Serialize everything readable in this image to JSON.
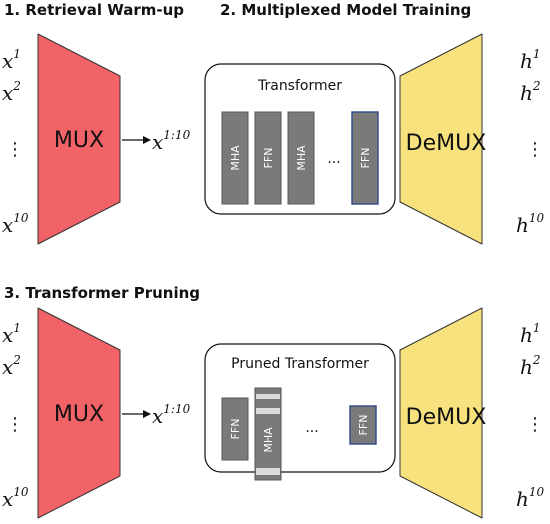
{
  "colors": {
    "mux": "#f26368",
    "demux": "#f7e27e",
    "layer": "#7a7a7a",
    "layer_pruned_stripe": "#dcdcdc",
    "highlight_border": "#2f4a8a"
  },
  "section1": {
    "heading": "1. Retrieval Warm-up"
  },
  "section2": {
    "heading": "2. Multiplexed Model Training"
  },
  "section3": {
    "heading": "3. Transformer Pruning"
  },
  "top": {
    "inputs": [
      {
        "base": "x",
        "sup": "1"
      },
      {
        "base": "x",
        "sup": "2"
      },
      {
        "base": "⋮",
        "sup": ""
      },
      {
        "base": "x",
        "sup": "10"
      }
    ],
    "mux_label": "MUX",
    "mixed": {
      "base": "x",
      "sup": "1:10"
    },
    "transformer_title": "Transformer",
    "layers": [
      "MHA",
      "FFN",
      "MHA",
      "FFN"
    ],
    "ellipsis": "...",
    "demux_label": "DeMUX",
    "outputs": [
      {
        "base": "h",
        "sup": "1"
      },
      {
        "base": "h",
        "sup": "2"
      },
      {
        "base": "⋮",
        "sup": ""
      },
      {
        "base": "h",
        "sup": "10"
      }
    ]
  },
  "bottom": {
    "inputs": [
      {
        "base": "x",
        "sup": "1"
      },
      {
        "base": "x",
        "sup": "2"
      },
      {
        "base": "⋮",
        "sup": ""
      },
      {
        "base": "x",
        "sup": "10"
      }
    ],
    "mux_label": "MUX",
    "mixed": {
      "base": "x",
      "sup": "1:10"
    },
    "transformer_title": "Pruned Transformer",
    "layers": [
      "FFN",
      "MHA",
      "FFN"
    ],
    "ellipsis": "...",
    "demux_label": "DeMUX",
    "outputs": [
      {
        "base": "h",
        "sup": "1"
      },
      {
        "base": "h",
        "sup": "2"
      },
      {
        "base": "⋮",
        "sup": ""
      },
      {
        "base": "h",
        "sup": "10"
      }
    ]
  }
}
